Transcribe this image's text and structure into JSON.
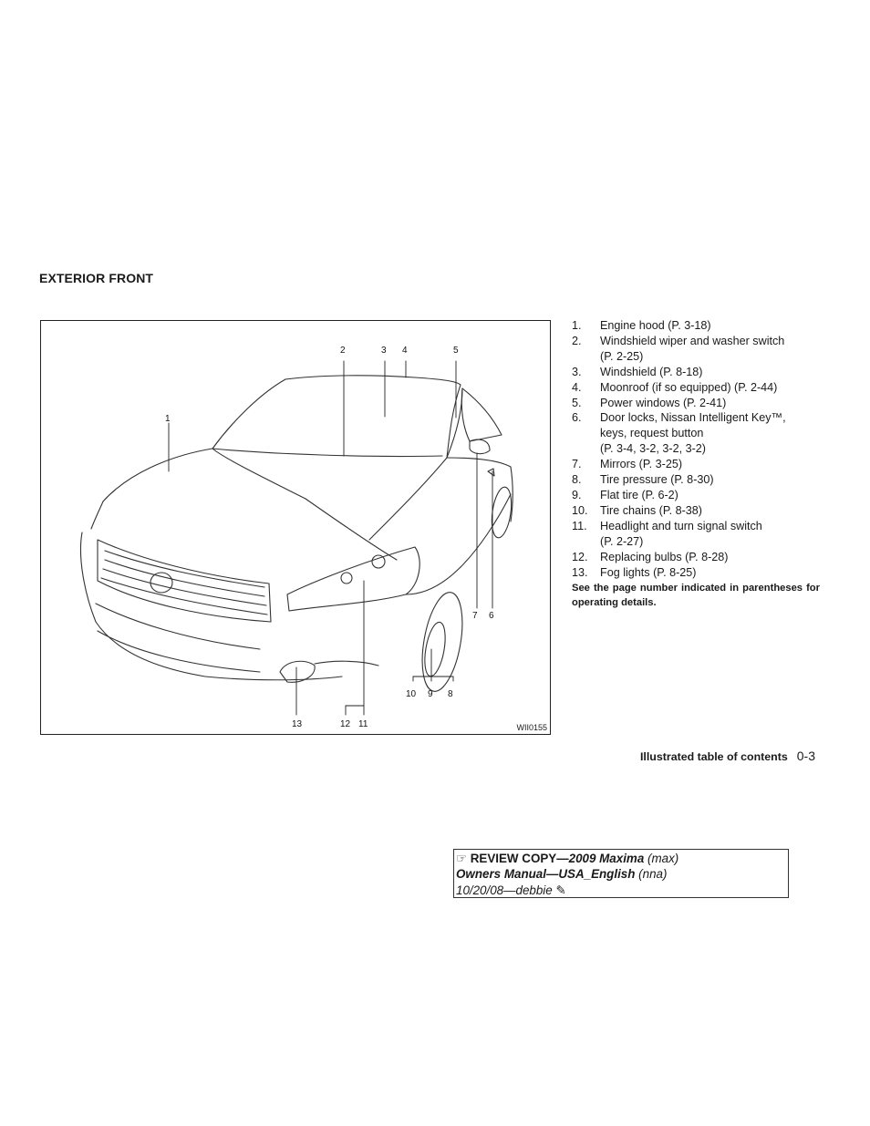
{
  "section_title": "EXTERIOR FRONT",
  "figure": {
    "id_label": "WII0155",
    "callouts": {
      "c1": "1",
      "c2": "2",
      "c3": "3",
      "c4": "4",
      "c5": "5",
      "c6": "6",
      "c7": "7",
      "c8": "8",
      "c9": "9",
      "c10": "10",
      "c11": "11",
      "c12": "12",
      "c13": "13"
    }
  },
  "legend": {
    "items": [
      {
        "num": "1.",
        "text": "Engine hood (P. 3-18)"
      },
      {
        "num": "2.",
        "text": "Windshield wiper and washer switch",
        "cont": "(P. 2-25)"
      },
      {
        "num": "3.",
        "text": "Windshield (P. 8-18)"
      },
      {
        "num": "4.",
        "text": "Moonroof (if so equipped) (P. 2-44)"
      },
      {
        "num": "5.",
        "text": "Power windows (P. 2-41)"
      },
      {
        "num": "6.",
        "text": "Door locks, Nissan Intelligent Key™,",
        "cont": "keys, request button",
        "cont2": "(P. 3-4, 3-2, 3-2, 3-2)"
      },
      {
        "num": "7.",
        "text": "Mirrors (P. 3-25)"
      },
      {
        "num": "8.",
        "text": "Tire pressure (P. 8-30)"
      },
      {
        "num": "9.",
        "text": "Flat tire (P. 6-2)"
      },
      {
        "num": "10.",
        "text": "Tire chains (P. 8-38)"
      },
      {
        "num": "11.",
        "text": "Headlight and turn signal switch",
        "cont": "(P. 2-27)"
      },
      {
        "num": "12.",
        "text": "Replacing bulbs (P. 8-28)"
      },
      {
        "num": "13.",
        "text": "Fog lights (P. 8-25)"
      }
    ],
    "note": "See the page number indicated in parentheses for operating details."
  },
  "footer": {
    "title": "Illustrated table of contents",
    "page": "0-3"
  },
  "review": {
    "icon_left": "☞",
    "line1_bold": "REVIEW COPY—",
    "line1_bolditalic": "2009 Maxima",
    "line1_italic": " (max)",
    "line2_bolditalic": "Owners Manual—USA_English",
    "line2_italic": " (nna)",
    "line3_italic": "10/20/08—debbie",
    "icon_right": "✎"
  }
}
